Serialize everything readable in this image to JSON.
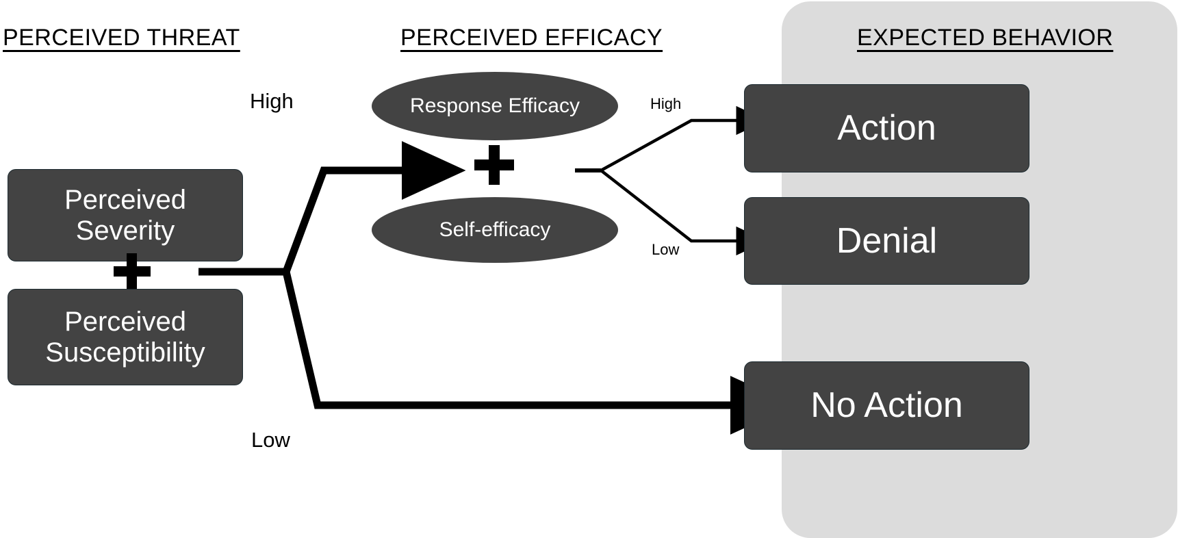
{
  "diagram": {
    "title_columns": {
      "threat": "PERCEIVED THREAT",
      "efficacy": "PERCEIVED EFFICACY",
      "behavior": "EXPECTED BEHAVIOR"
    },
    "threat_nodes": {
      "severity": "Perceived\nSeverity",
      "severity_line1": "Perceived",
      "severity_line2": "Severity",
      "susceptibility_line1": "Perceived",
      "susceptibility_line2": "Susceptibility",
      "operator": "+"
    },
    "efficacy_nodes": {
      "response_efficacy": "Response Efficacy",
      "self_efficacy": "Self-efficacy",
      "operator": "+"
    },
    "behavior_nodes": {
      "action": "Action",
      "denial": "Denial",
      "no_action": "No Action"
    },
    "branch_labels": {
      "threat_high": "High",
      "threat_low": "Low",
      "efficacy_high": "High",
      "efficacy_low": "Low"
    },
    "colors": {
      "node_fill": "#434343",
      "node_border": "#1d2b31",
      "panel_background": "#dcdcdc",
      "page_background": "#ffffff",
      "node_text": "#ffffff",
      "line": "#000000"
    }
  }
}
